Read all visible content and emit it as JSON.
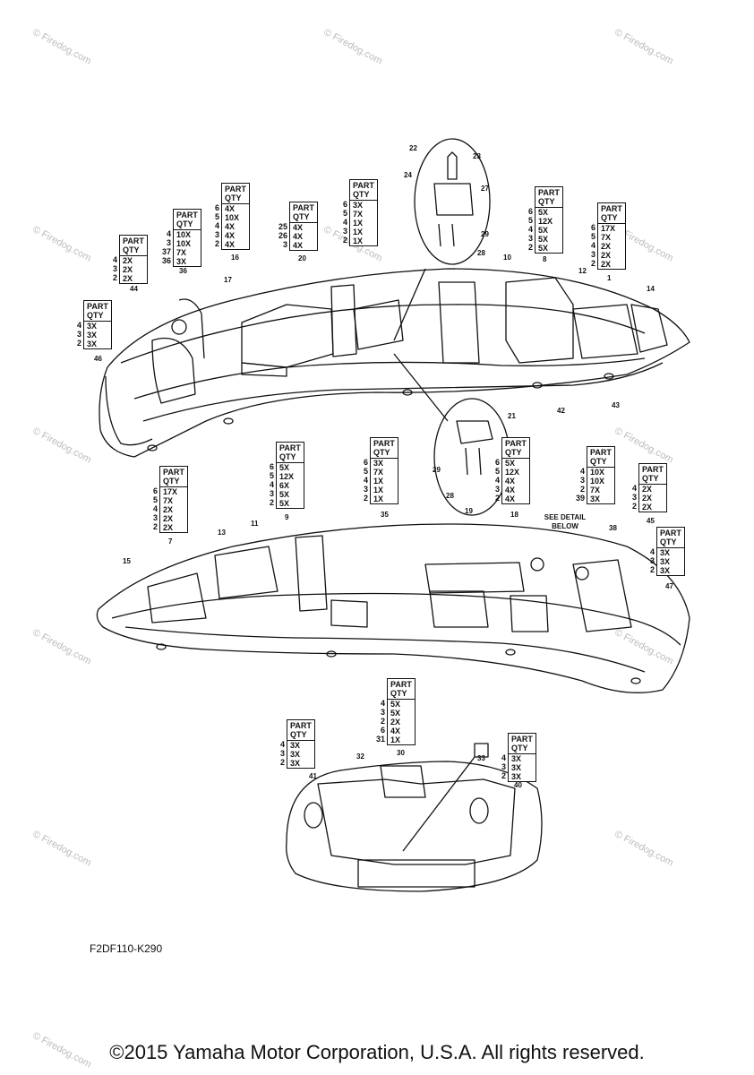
{
  "diagram": {
    "code": "F2DF110-K290",
    "copyright": "©2015 Yamaha Motor Corporation, U.S.A. All rights reserved.",
    "watermark": "© Firedog.com",
    "see_detail": "SEE DETAIL BELOW",
    "header_part": "PART",
    "header_qty": "QTY"
  },
  "qty_tables": [
    {
      "id": "t1",
      "rows": [
        [
          "4",
          "3X"
        ],
        [
          "3",
          "3X"
        ],
        [
          "2",
          "3X"
        ]
      ]
    },
    {
      "id": "t2",
      "rows": [
        [
          "4",
          "2X"
        ],
        [
          "3",
          "2X"
        ],
        [
          "2",
          "2X"
        ]
      ]
    },
    {
      "id": "t3",
      "rows": [
        [
          "4",
          "10X"
        ],
        [
          "3",
          "10X"
        ],
        [
          "37",
          "7X"
        ],
        [
          "36",
          "3X"
        ]
      ]
    },
    {
      "id": "t4",
      "rows": [
        [
          "6",
          "4X"
        ],
        [
          "5",
          "10X"
        ],
        [
          "4",
          "4X"
        ],
        [
          "3",
          "4X"
        ],
        [
          "2",
          "4X"
        ]
      ]
    },
    {
      "id": "t5",
      "rows": [
        [
          "25",
          "4X"
        ],
        [
          "26",
          "4X"
        ],
        [
          "3",
          "4X"
        ]
      ]
    },
    {
      "id": "t6",
      "rows": [
        [
          "6",
          "3X"
        ],
        [
          "5",
          "7X"
        ],
        [
          "4",
          "1X"
        ],
        [
          "3",
          "1X"
        ],
        [
          "2",
          "1X"
        ]
      ]
    },
    {
      "id": "t7",
      "rows": [
        [
          "6",
          "5X"
        ],
        [
          "5",
          "12X"
        ],
        [
          "4",
          "5X"
        ],
        [
          "3",
          "5X"
        ],
        [
          "2",
          "5X"
        ]
      ]
    },
    {
      "id": "t8",
      "rows": [
        [
          "6",
          "17X"
        ],
        [
          "5",
          "7X"
        ],
        [
          "4",
          "2X"
        ],
        [
          "3",
          "2X"
        ],
        [
          "2",
          "2X"
        ]
      ]
    },
    {
      "id": "t9",
      "rows": [
        [
          "6",
          "17X"
        ],
        [
          "5",
          "7X"
        ],
        [
          "4",
          "2X"
        ],
        [
          "3",
          "2X"
        ],
        [
          "2",
          "2X"
        ]
      ]
    },
    {
      "id": "t10",
      "rows": [
        [
          "6",
          "5X"
        ],
        [
          "5",
          "12X"
        ],
        [
          "4",
          "6X"
        ],
        [
          "3",
          "5X"
        ],
        [
          "2",
          "5X"
        ]
      ]
    },
    {
      "id": "t11",
      "rows": [
        [
          "6",
          "3X"
        ],
        [
          "5",
          "7X"
        ],
        [
          "4",
          "1X"
        ],
        [
          "3",
          "1X"
        ],
        [
          "2",
          "1X"
        ]
      ]
    },
    {
      "id": "t12",
      "rows": [
        [
          "6",
          "5X"
        ],
        [
          "5",
          "12X"
        ],
        [
          "4",
          "4X"
        ],
        [
          "3",
          "4X"
        ],
        [
          "2",
          "4X"
        ]
      ]
    },
    {
      "id": "t13",
      "rows": [
        [
          "4",
          "10X"
        ],
        [
          "3",
          "10X"
        ],
        [
          "2",
          "7X"
        ],
        [
          "39",
          "3X"
        ]
      ]
    },
    {
      "id": "t14",
      "rows": [
        [
          "4",
          "2X"
        ],
        [
          "3",
          "2X"
        ],
        [
          "2",
          "2X"
        ]
      ]
    },
    {
      "id": "t15",
      "rows": [
        [
          "4",
          "3X"
        ],
        [
          "3",
          "3X"
        ],
        [
          "2",
          "3X"
        ]
      ]
    },
    {
      "id": "t16",
      "rows": [
        [
          "4",
          "5X"
        ],
        [
          "3",
          "5X"
        ],
        [
          "2",
          "2X"
        ],
        [
          "6",
          "4X"
        ],
        [
          "31",
          "1X"
        ]
      ]
    },
    {
      "id": "t17",
      "rows": [
        [
          "4",
          "3X"
        ],
        [
          "3",
          "3X"
        ],
        [
          "2",
          "3X"
        ]
      ]
    },
    {
      "id": "t18",
      "rows": [
        [
          "4",
          "3X"
        ],
        [
          "3",
          "3X"
        ],
        [
          "2",
          "3X"
        ]
      ]
    }
  ],
  "callouts": [
    {
      "id": "c22",
      "text": "22"
    },
    {
      "id": "c23",
      "text": "23"
    },
    {
      "id": "c24",
      "text": "24"
    },
    {
      "id": "c27",
      "text": "27"
    },
    {
      "id": "c29a",
      "text": "29"
    },
    {
      "id": "c28a",
      "text": "28"
    },
    {
      "id": "c8",
      "text": "8"
    },
    {
      "id": "c10",
      "text": "10"
    },
    {
      "id": "c12",
      "text": "12"
    },
    {
      "id": "c1",
      "text": "1"
    },
    {
      "id": "c14",
      "text": "14"
    },
    {
      "id": "c16",
      "text": "16"
    },
    {
      "id": "c20",
      "text": "20"
    },
    {
      "id": "c17",
      "text": "17"
    },
    {
      "id": "c44",
      "text": "44"
    },
    {
      "id": "c36",
      "text": "36"
    },
    {
      "id": "c46",
      "text": "46"
    },
    {
      "id": "c42",
      "text": "42"
    },
    {
      "id": "c43",
      "text": "43"
    },
    {
      "id": "c21",
      "text": "21"
    },
    {
      "id": "c29b",
      "text": "29"
    },
    {
      "id": "c28b",
      "text": "28"
    },
    {
      "id": "c9",
      "text": "9"
    },
    {
      "id": "c11",
      "text": "11"
    },
    {
      "id": "c13",
      "text": "13"
    },
    {
      "id": "c7",
      "text": "7"
    },
    {
      "id": "c15",
      "text": "15"
    },
    {
      "id": "c35",
      "text": "35"
    },
    {
      "id": "c19",
      "text": "19"
    },
    {
      "id": "c18",
      "text": "18"
    },
    {
      "id": "c38",
      "text": "38"
    },
    {
      "id": "c45",
      "text": "45"
    },
    {
      "id": "c47",
      "text": "47"
    },
    {
      "id": "c30",
      "text": "30"
    },
    {
      "id": "c33",
      "text": "33"
    },
    {
      "id": "c32",
      "text": "32"
    },
    {
      "id": "c41",
      "text": "41"
    },
    {
      "id": "c40",
      "text": "40"
    }
  ]
}
